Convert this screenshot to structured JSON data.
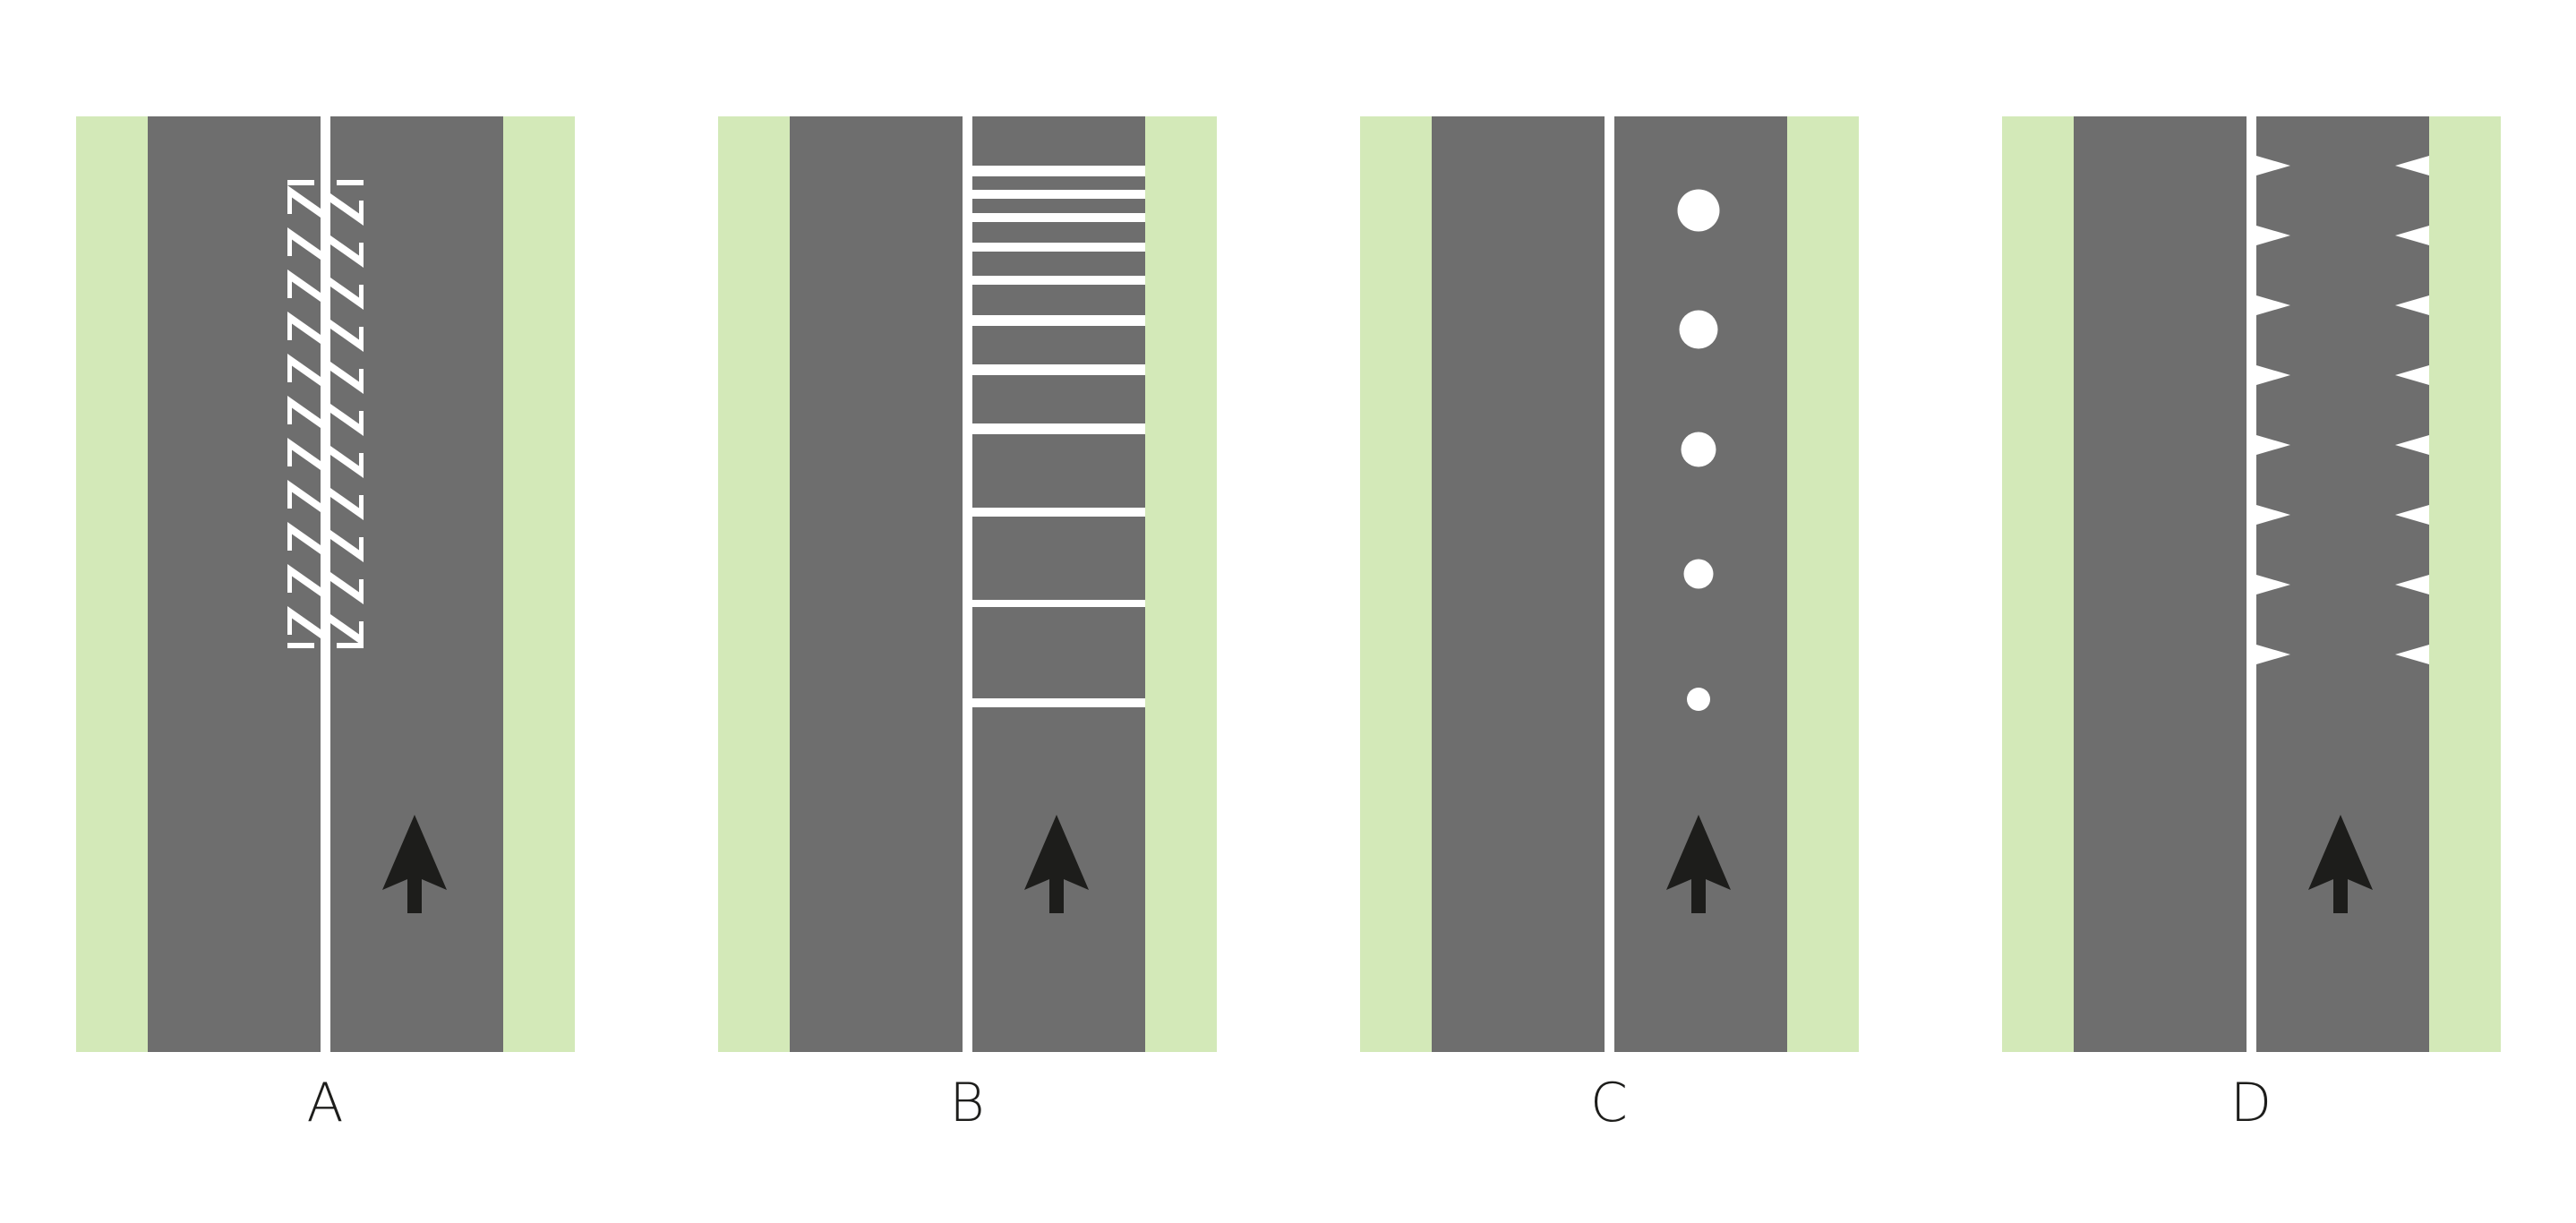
{
  "colors": {
    "background": "#ffffff",
    "verge": "#d3e9b8",
    "road": "#6e6e6e",
    "marking": "#ffffff",
    "arrow": "#1d1d1b",
    "label": "#1d1d1b"
  },
  "panels": [
    {
      "id": "A",
      "label": "A",
      "marking": "chevron-hatching-along-centre-line",
      "direction_icon": "up-arrow-icon"
    },
    {
      "id": "B",
      "label": "B",
      "marking": "transverse-bars",
      "direction_icon": "up-arrow-icon"
    },
    {
      "id": "C",
      "label": "C",
      "marking": "decreasing-circles",
      "direction_icon": "up-arrow-icon"
    },
    {
      "id": "D",
      "label": "D",
      "marking": "sawtooth-edge-marks",
      "direction_icon": "up-arrow-icon"
    }
  ]
}
